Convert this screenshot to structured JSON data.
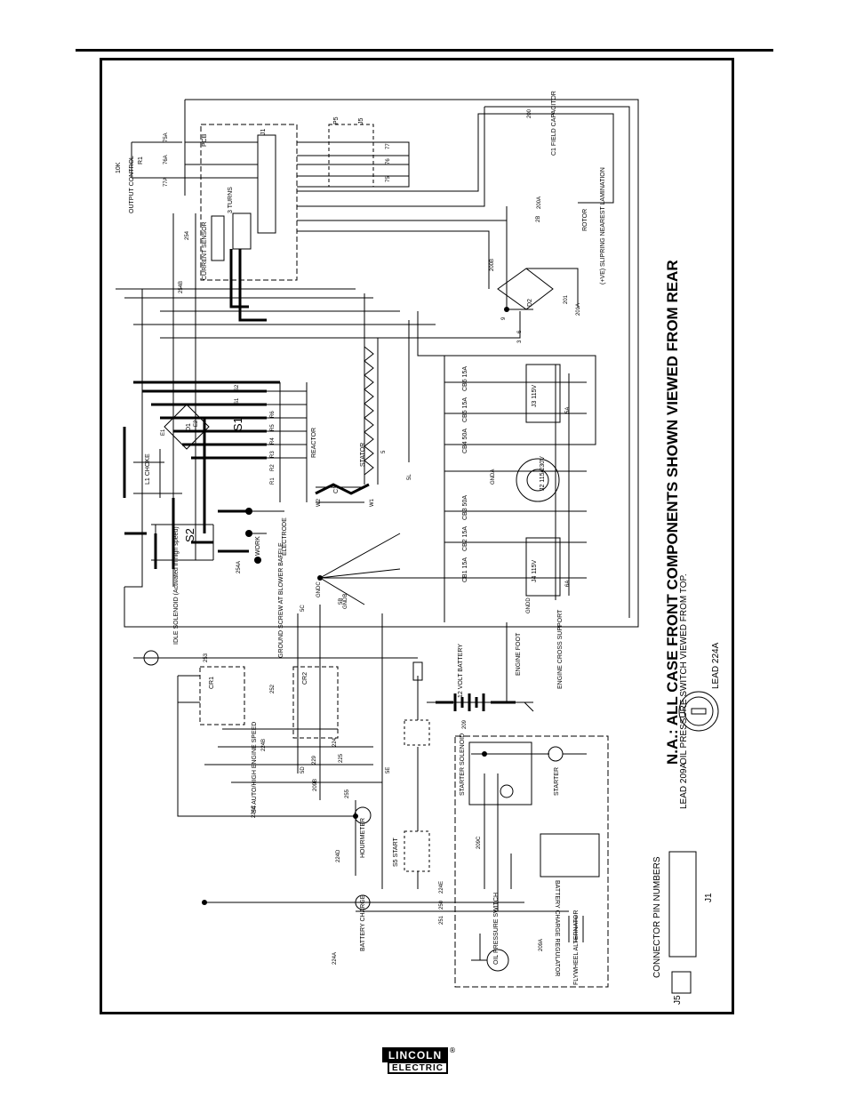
{
  "diagram": {
    "note_title": "N.A.: ALL CASE FRONT COMPONENTS SHOWN VIEWED FROM REAR",
    "components": {
      "pcb": "PCB",
      "current_sensor": "CURRENT SENSOR",
      "turns": "3 TURNS",
      "output_control": "OUTPUT CONTROL",
      "output_control_ohm": "10K",
      "r1": "R1",
      "j1": "J1",
      "j5": "J5",
      "p5": "P5",
      "field_capacitor": "C1 FIELD CAPACITOR",
      "rotor": "ROTOR",
      "slipring_note": "(+VE) SLIPRING NEAREST LAMINATION",
      "d2": "D2",
      "d1": "D1",
      "choke": "L1 CHOKE",
      "s1": "S1",
      "s2": "S2",
      "reactor": "REACTOR",
      "stator": "STATOR",
      "c1": "C1",
      "electrode": "ELECTRODE",
      "work": "WORK",
      "ground_screw": "GROUND SCREW AT BLOWER BAFFLE",
      "idle_solenoid": "IDLE SOLENOID (Activated in high speed)",
      "cr1": "CR1",
      "cr2": "CR2",
      "battery": "12 VOLT BATTERY",
      "engine_foot": "ENGINE FOOT",
      "engine_cross": "ENGINE CROSS SUPPORT",
      "starter_solenoid": "STARTER SOLENOID",
      "starter": "STARTER",
      "auto_high": "S4 AUTO/HIGH ENGINE SPEED",
      "hourmeter": "HOURMETER",
      "start": "S5 START",
      "battery_charge_regulator": "BATTERY CHARGE REGULATOR",
      "battery_charge": "BATTERY CHARGE",
      "oil_pressure_switch": "OIL PRESSURE SWITCH",
      "flywheel_alternator": "FLYWHEEL ALTERNATOR",
      "oil_pressure_top": "OIL PRESSURE SWITCH VIEWED FROM TOP.",
      "lead_224a": "LEAD 224A",
      "lead_209a": "LEAD 209A",
      "connector_pin_numbers": "CONNECTOR PIN NUMBERS",
      "j1_label": "J1",
      "j5_label": "J5",
      "cb6": "CB6 15A",
      "cb5": "CB5 15A",
      "cb4": "CB4 50A",
      "cb3": "CB3 50A",
      "cb2": "CB2 15A",
      "cb1": "CB1 15A",
      "j3": "J3 115V",
      "j2": "J2 115/230V",
      "j4": "J4 115V"
    },
    "wires": [
      "254",
      "254A",
      "254B",
      "200",
      "200A",
      "201",
      "201A",
      "200B",
      "2B",
      "75A",
      "76A",
      "77A",
      "75",
      "76",
      "77",
      "GNDA",
      "GNDB",
      "GNDC",
      "GNDD",
      "5A",
      "6A",
      "3",
      "6",
      "9",
      "5",
      "5C",
      "5D",
      "5E",
      "5B",
      "209",
      "209A",
      "209B",
      "209C",
      "224",
      "224A",
      "224B",
      "224C",
      "224D",
      "224E",
      "225",
      "229",
      "250",
      "251",
      "252",
      "253",
      "255",
      "W1",
      "W2",
      "5L",
      "E1",
      "E2",
      "R1",
      "R2",
      "R3",
      "R4",
      "R5",
      "R6",
      "S1",
      "S2"
    ]
  },
  "footer": {
    "brand_top": "LINCOLN",
    "brand_bottom": "ELECTRIC",
    "registered": "®"
  }
}
